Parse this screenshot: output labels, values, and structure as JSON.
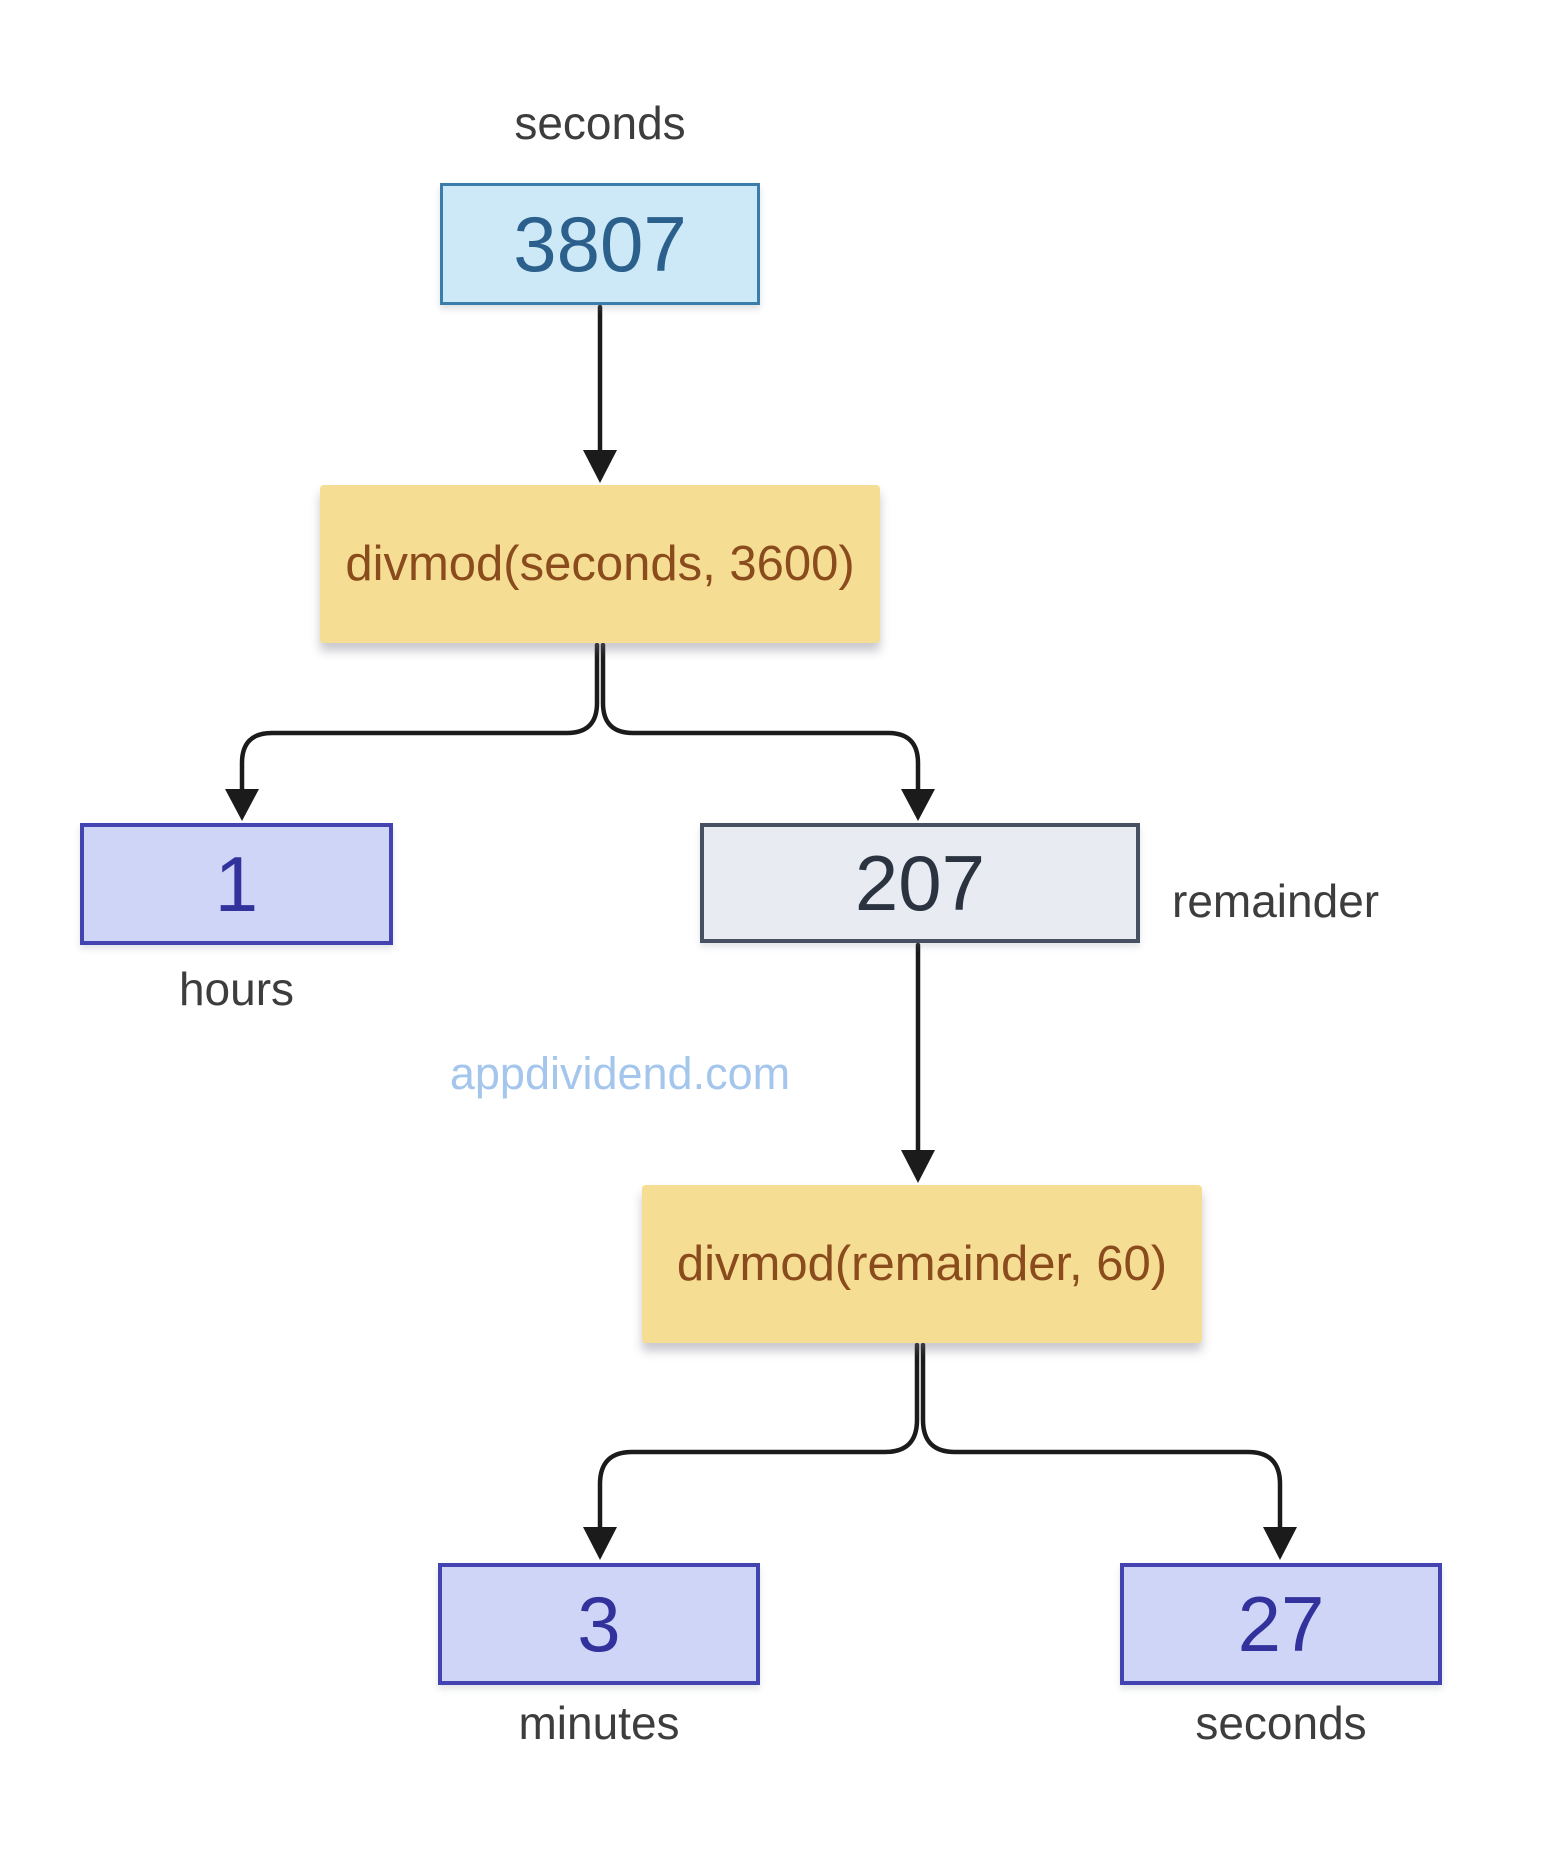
{
  "diagram": {
    "watermark": "appdividend.com",
    "nodes": {
      "input": {
        "label": "seconds",
        "value": "3807"
      },
      "divmod1": {
        "label": "divmod(seconds, 3600)"
      },
      "hours": {
        "label": "hours",
        "value": "1"
      },
      "remainder": {
        "label": "remainder",
        "value": "207"
      },
      "divmod2": {
        "label": "divmod(remainder, 60)"
      },
      "minutes": {
        "label": "minutes",
        "value": "3"
      },
      "seconds": {
        "label": "seconds",
        "value": "27"
      }
    },
    "colors": {
      "input_fill": "#cde9f7",
      "input_border": "#3a7dab",
      "input_text": "#2b5f8c",
      "op_fill": "#f5de93",
      "op_text": "#8a4b1d",
      "result_fill": "#ced5f7",
      "result_border": "#4343b2",
      "result_text": "#32329d",
      "remainder_fill": "#e8ebf1",
      "remainder_border": "#475060",
      "remainder_text": "#2b3340",
      "label_text": "#3d3d3d",
      "watermark_text": "#a5c6ec",
      "arrow": "#1b1b1b"
    }
  }
}
